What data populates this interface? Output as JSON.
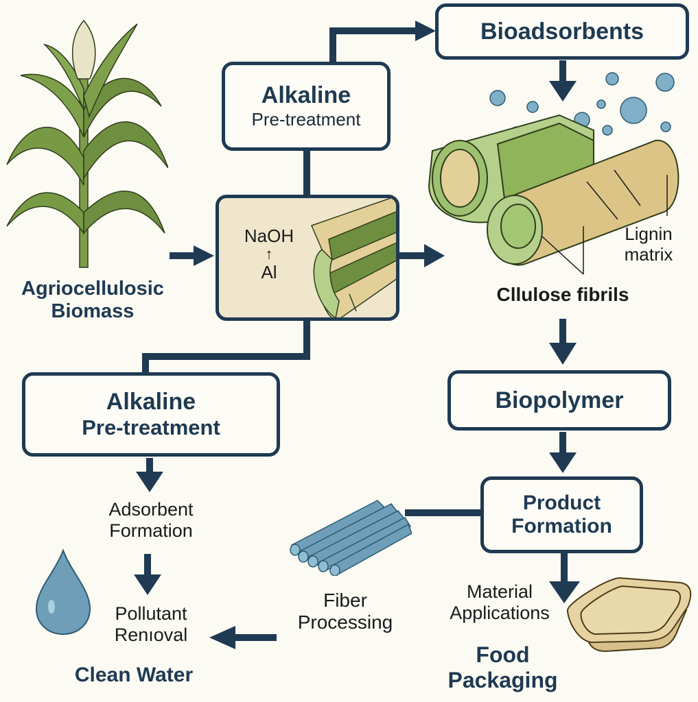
{
  "title": "Agriocellulosic biomass valorization pathways",
  "colors": {
    "navy": "#1f3a52",
    "background": "#fbfaf3",
    "leaf_green": "#6e8f3f",
    "light_green": "#b5d08a",
    "tan": "#e3cf98",
    "water_blue": "#6f9fb8"
  },
  "source": {
    "label_line1": "Agriocellulosic",
    "label_line2": "Biomass",
    "icon": "corn-plant-icon"
  },
  "boxes": {
    "top_pretreatment": {
      "line1": "Alkaline",
      "line2": "Pre-treatment"
    },
    "bioadsorbents": {
      "line1": "Bioadsorbents"
    },
    "reaction": {
      "reagent_top": "NaOH",
      "reagent_bottom": "Al",
      "icon": "fiber-cross-section-icon"
    },
    "lower_pretreatment": {
      "line1": "Alkaline",
      "line2": "Pre-treatment"
    },
    "biopolymer": {
      "line1": "Biopolymer"
    },
    "product_formation": {
      "line1": "Product",
      "line2": "Formation"
    }
  },
  "fiber_illustration": {
    "lignin_label_line1": "Lignin",
    "lignin_label_line2": "matrix",
    "cellulose_label": "Cllulose fibrils"
  },
  "left_branch": {
    "step1_line1": "Adsorbent",
    "step1_line2": "Formation",
    "step2_line1": "Pollutant",
    "step2_line2": "Renıoval",
    "outcome": "Clean Water",
    "icon": "water-drop-icon"
  },
  "right_branch": {
    "fiber_line1": "Fiber",
    "fiber_line2": "Processing",
    "material_line1": "Material",
    "material_line2": "Applications",
    "outcome_line1": "Food",
    "outcome_line2": "Packaging",
    "icon": "food-tray-icon"
  }
}
